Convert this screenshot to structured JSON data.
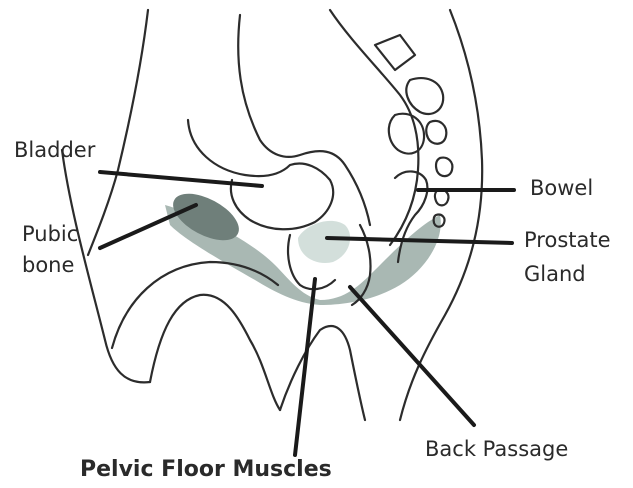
{
  "labels": {
    "bladder": "Bladder",
    "pubic_bone_line1": "Pubic",
    "pubic_bone_line2": "bone",
    "bowel": "Bowel",
    "prostate_line1": "Prostate",
    "prostate_line2": "Gland",
    "back_passage": "Back Passage",
    "pelvic_floor": "Pelvic Floor Muscles"
  },
  "colors": {
    "outline": "#2c2c2c",
    "leader": "#1a1a1a",
    "pubic_bone": "#6f7f7a",
    "pelvic_floor": "#a9b8b3",
    "prostate": "#d3dfdb"
  }
}
